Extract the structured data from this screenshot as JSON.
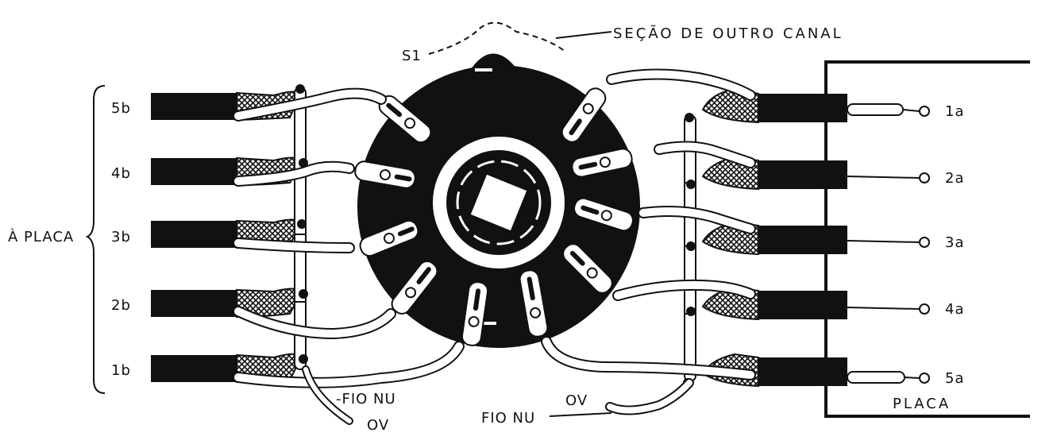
{
  "labels": {
    "switch_ref": "S1",
    "other_channel": "SEÇÃO DE OUTRO CANAL",
    "to_board": "À PLACA",
    "board": "PLACA",
    "bare_wire_left": "-FIO NU",
    "bare_wire_right": "FIO NU",
    "zero_volt_left": "OV",
    "zero_volt_right": "OV"
  },
  "left_cables": [
    {
      "label": "5b"
    },
    {
      "label": "4b"
    },
    {
      "label": "3b"
    },
    {
      "label": "2b"
    },
    {
      "label": "1b"
    }
  ],
  "right_terminals": [
    {
      "label": "1a"
    },
    {
      "label": "2a"
    },
    {
      "label": "3a"
    },
    {
      "label": "4a"
    },
    {
      "label": "5a"
    }
  ],
  "colors": {
    "ink": "#111111",
    "paper": "#ffffff"
  }
}
